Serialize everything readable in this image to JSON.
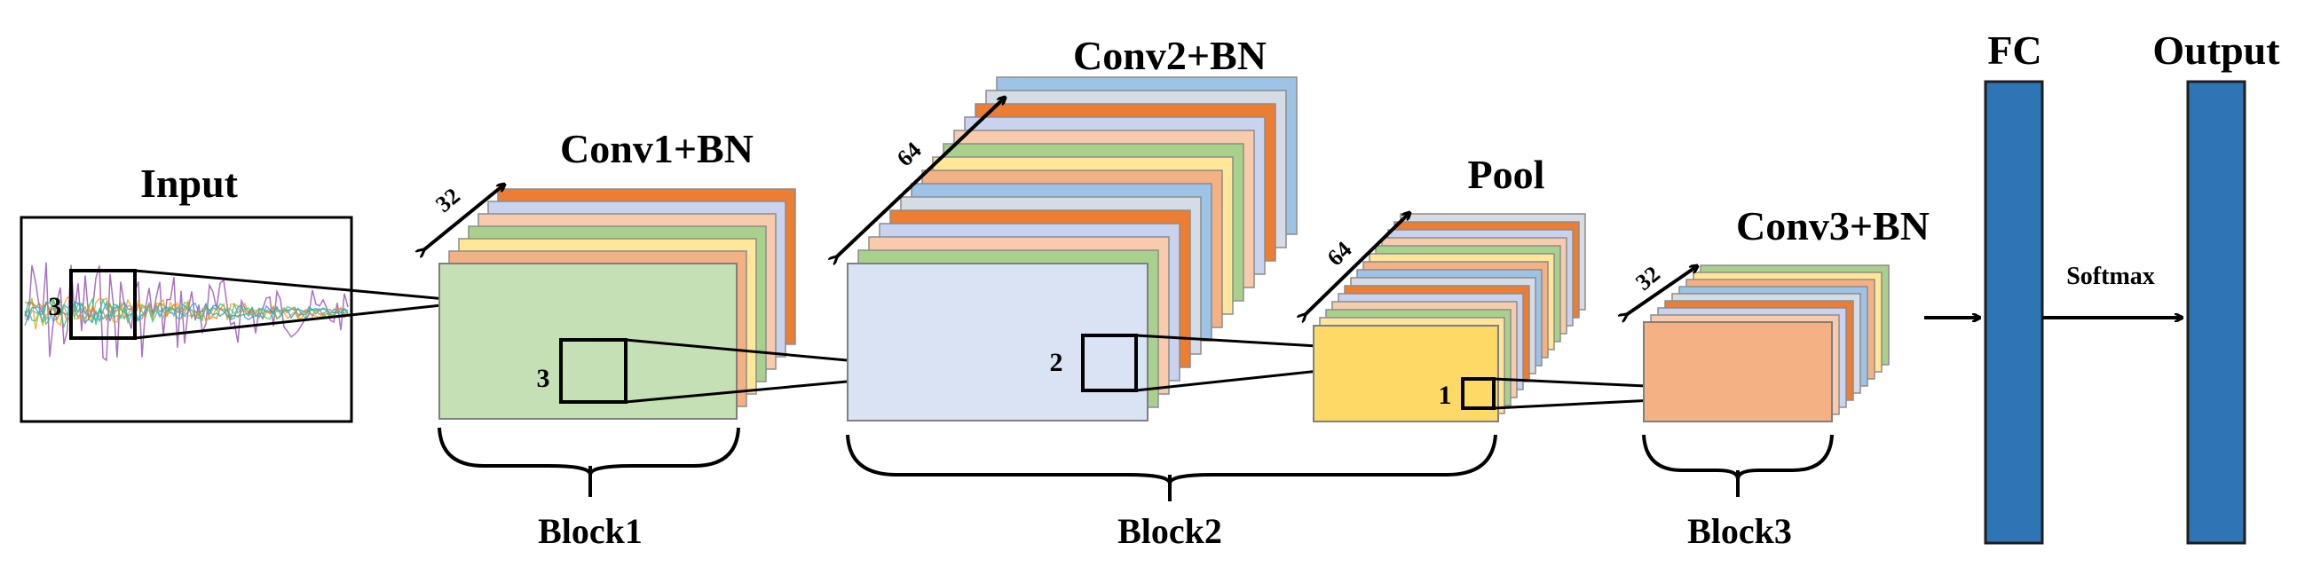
{
  "labels": {
    "input": "Input",
    "conv1": "Conv1+BN",
    "conv2": "Conv2+BN",
    "pool": "Pool",
    "conv3": "Conv3+BN",
    "fc": "FC",
    "output": "Output",
    "softmax": "Softmax",
    "block1": "Block1",
    "block2": "Block2",
    "block3": "Block3"
  },
  "dimensions": {
    "conv1_depth": "32",
    "conv2_depth": "64",
    "pool_depth": "64",
    "conv3_depth": "32"
  },
  "kernels": {
    "input_kernel": "3",
    "conv1_kernel": "3",
    "conv2_kernel": "2",
    "pool_kernel": "1"
  },
  "colors": {
    "stack_palette": [
      "#9dc3e6",
      "#f4b183",
      "#ffe699",
      "#a9d18e",
      "#f8cbad",
      "#c9d3f0",
      "#ed7d31",
      "#d6dce5"
    ],
    "conv1_front": "#c5e0b4",
    "conv2_front": "#dae3f3",
    "pool_front": "#ffd966",
    "conv3_front": "#f4b183",
    "dense": "#2e75b6"
  }
}
